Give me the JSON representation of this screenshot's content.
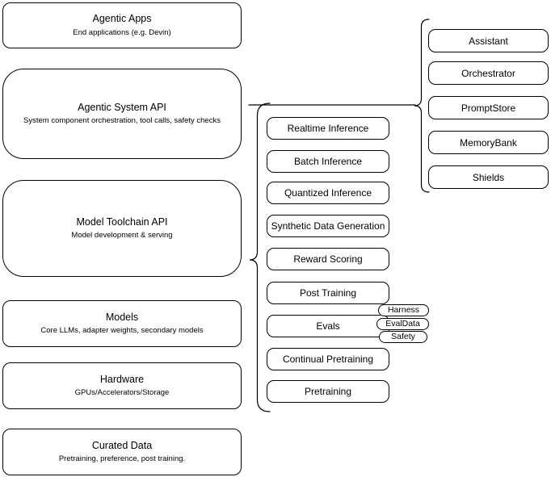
{
  "diagram": {
    "left_stack": [
      {
        "title": "Agentic Apps",
        "subtitle": "End applications (e.g. Devin)"
      },
      {
        "title": "Agentic System API",
        "subtitle": "System component orchestration, tool calls, safety checks"
      },
      {
        "title": "Model Toolchain API",
        "subtitle": "Model development & serving"
      },
      {
        "title": "Models",
        "subtitle": "Core LLMs, adapter weights, secondary models"
      },
      {
        "title": "Hardware",
        "subtitle": "GPUs/Accelerators/Storage"
      },
      {
        "title": "Curated Data",
        "subtitle": "Pretraining, preference, post training."
      }
    ],
    "toolchain_stack": [
      "Realtime Inference",
      "Batch Inference",
      "Quantized Inference",
      "Synthetic Data Generation",
      "Reward Scoring",
      "Post Training",
      "Evals",
      "Continual Pretraining",
      "Pretraining"
    ],
    "eval_pills": [
      "Harness",
      "EvalData",
      "Safety"
    ],
    "system_stack": [
      "Assistant",
      "Orchestrator",
      "PromptStore",
      "MemoryBank",
      "Shields"
    ],
    "colors": {
      "shape_fill": "#ffffff",
      "shape_border": "#000000",
      "text": "#000000",
      "background": "#ffffff"
    }
  }
}
